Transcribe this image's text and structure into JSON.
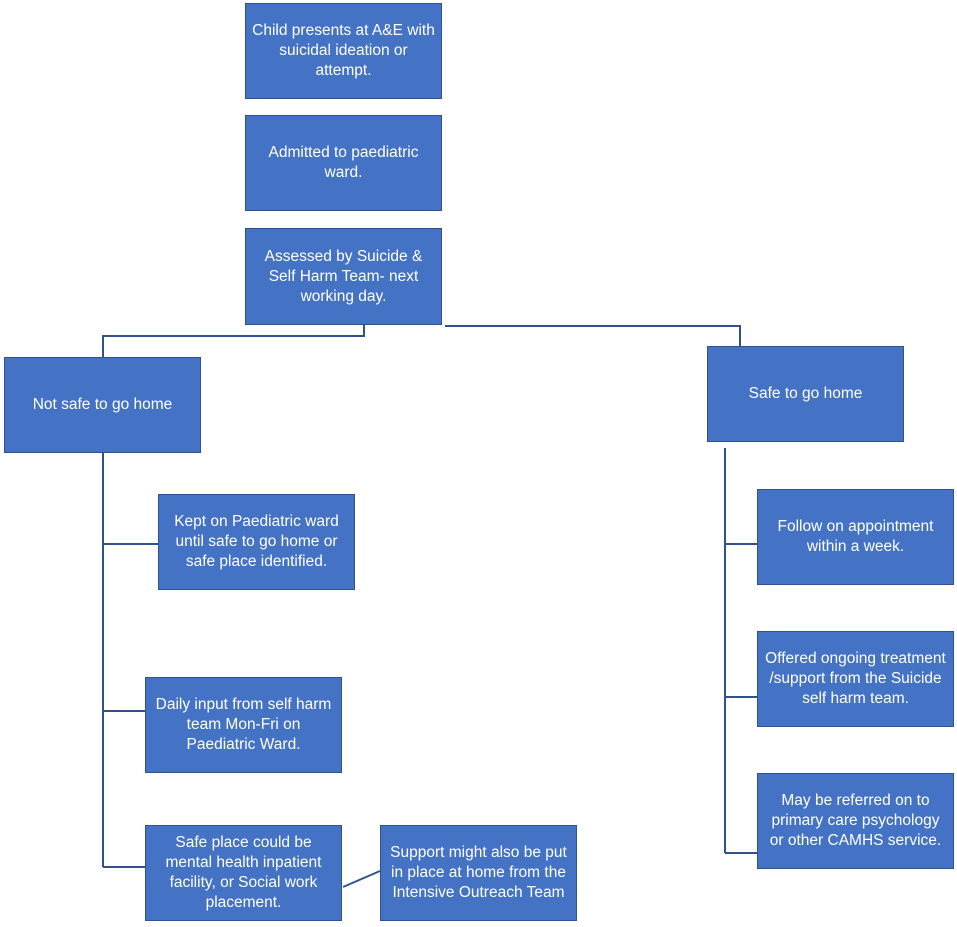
{
  "nodes": {
    "presents": "Child presents at A&E with suicidal ideation or attempt.",
    "admitted": "Admitted to paediatric ward.",
    "assessed": "Assessed by Suicide & Self Harm Team- next working day.",
    "not_safe": "Not safe to go home",
    "safe": "Safe to go home",
    "kept_on_ward": "Kept on Paediatric ward until safe to go home or safe place identified.",
    "daily_input": "Daily input from self harm team  Mon-Fri on Paediatric Ward.",
    "safe_place": "Safe place could be mental health inpatient facility, or Social work placement.",
    "outreach": "Support might also be put in place at home from the Intensive Outreach Team",
    "follow_on": "Follow on appointment within a week.",
    "ongoing": "Offered ongoing treatment /support from the Suicide self harm team.",
    "referred": "May be referred on to primary care psychology or other CAMHS service."
  },
  "colors": {
    "box_fill": "#4472c4",
    "box_border": "#2f528f",
    "connector": "#2f528f",
    "text": "#ffffff"
  }
}
